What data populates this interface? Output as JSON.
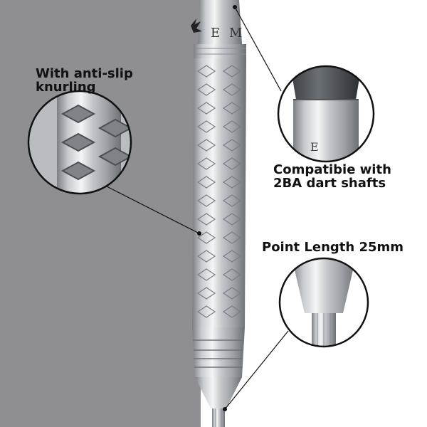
{
  "product": {
    "brand_letters": [
      "E",
      "M"
    ]
  },
  "callouts": {
    "knurling": {
      "line1": "With anti-slip",
      "line2": "knurling"
    },
    "compatible": {
      "line1": "Compatibie with",
      "line2": "2BA dart shafts"
    },
    "point_length": {
      "line1": "Point Length 25mm"
    }
  },
  "colors": {
    "background_left": "#8f8f93",
    "background_right": "#ffffff",
    "steel": "#c9ccd0",
    "leader_line": "#111111"
  }
}
